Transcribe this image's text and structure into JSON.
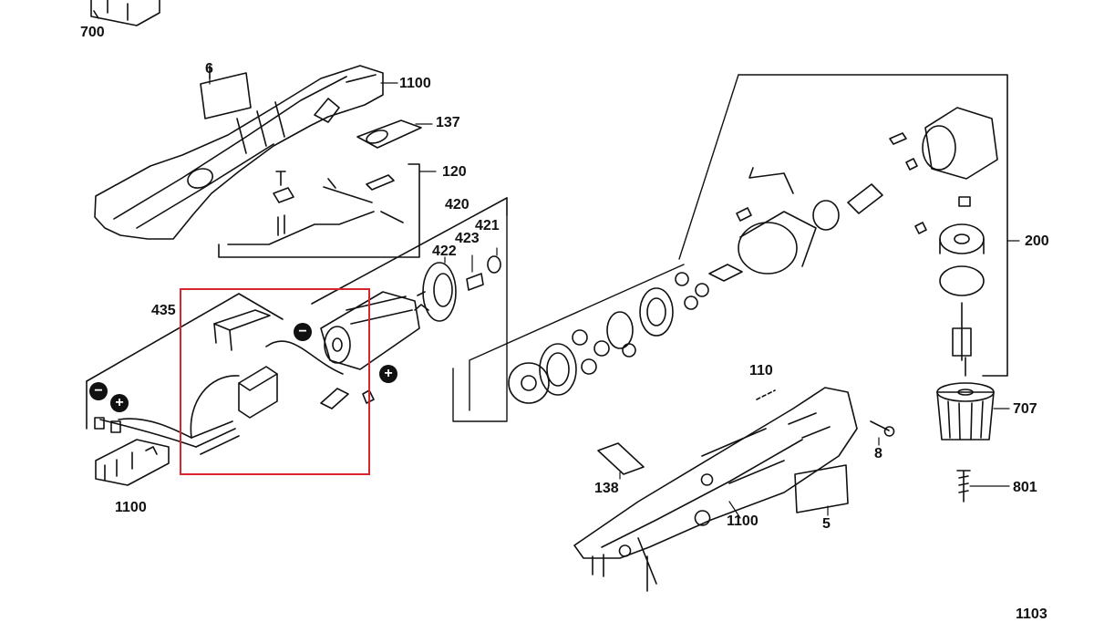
{
  "highlight_color": "#d7262e",
  "part_labels": {
    "p700": "700",
    "p6": "6",
    "p1100_top": "1100",
    "p137": "137",
    "p120": "120",
    "p420": "420",
    "p421": "421",
    "p423": "423",
    "p422": "422",
    "p435": "435",
    "p1100_left": "1100",
    "p200": "200",
    "p707": "707",
    "p801": "801",
    "p110": "110",
    "p8": "8",
    "p138": "138",
    "p1100_bottom": "1100",
    "p5": "5",
    "p1103_partial": "1103"
  },
  "polarity": {
    "minus": "−",
    "plus": "+"
  }
}
